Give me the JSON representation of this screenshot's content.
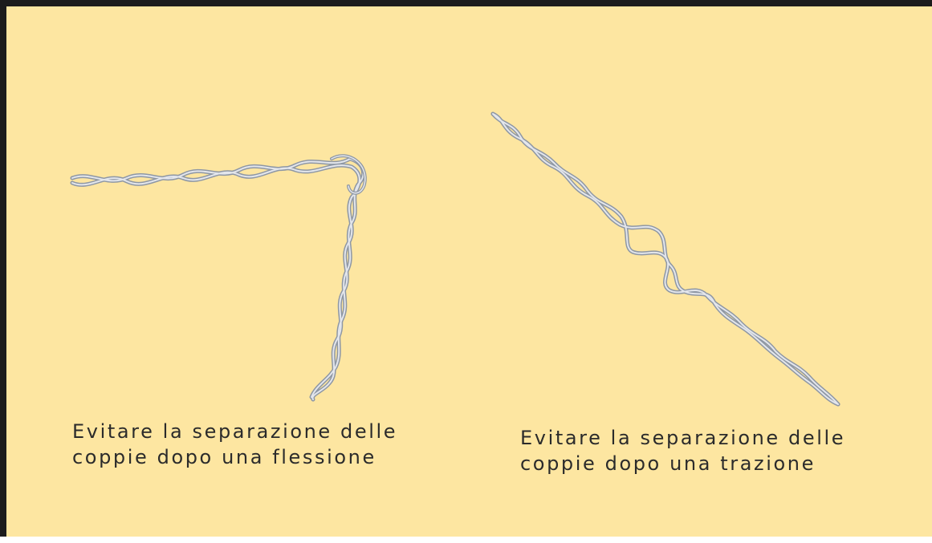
{
  "captions": {
    "left": {
      "line1": "Evitare la separazione delle",
      "line2": "coppie dopo una flessione"
    },
    "right": {
      "line1": "Evitare la separazione delle",
      "line2": "coppie dopo una trazione"
    }
  },
  "colors": {
    "background": "#fde6a1",
    "border": "#1c1c1c",
    "wire_outline": "#8e97a4",
    "wire_fill": "#dfe2e8"
  },
  "icons": {
    "left_figure": "bent-twisted-pair-icon",
    "right_figure": "pulled-twisted-pair-icon"
  }
}
